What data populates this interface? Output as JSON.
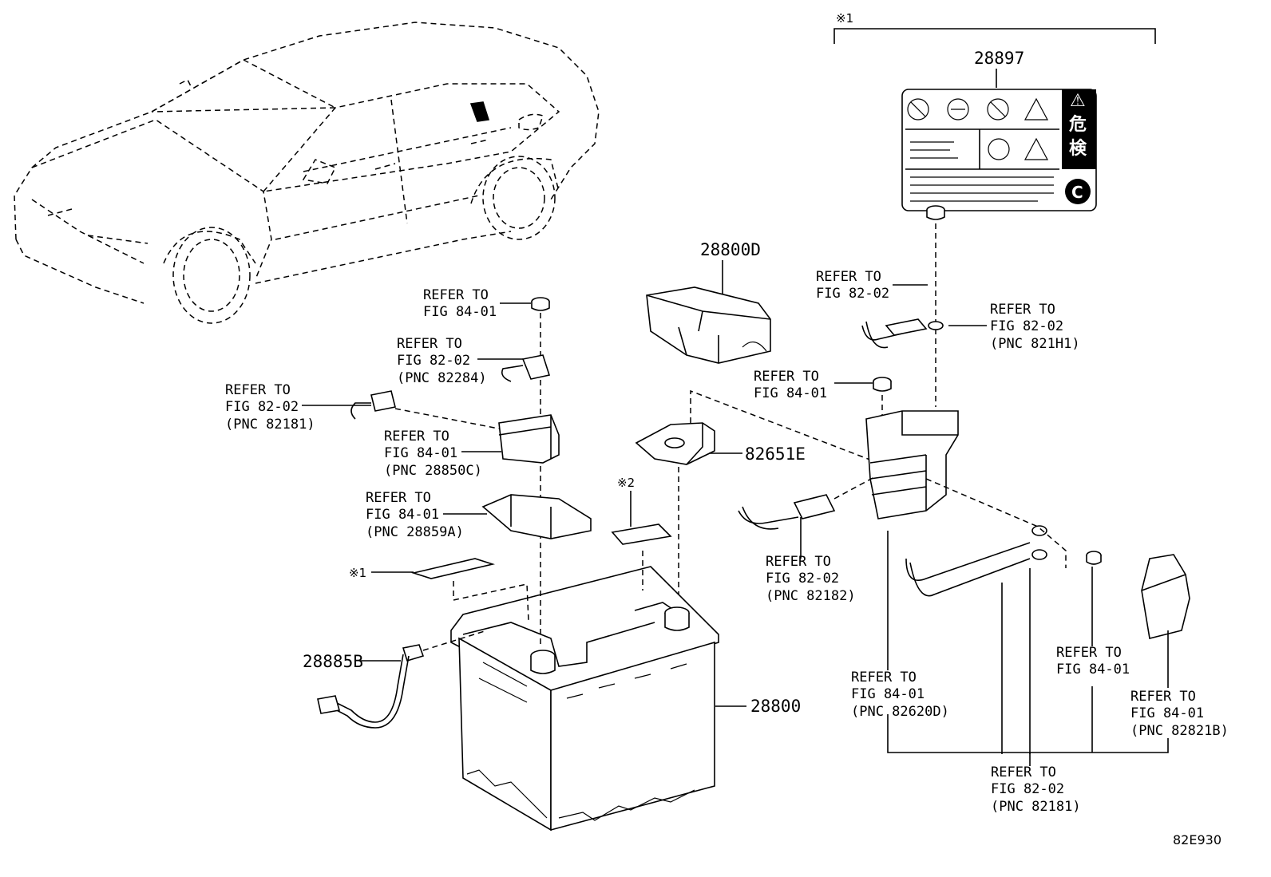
{
  "figure_id": "82E930",
  "kome1": "※1",
  "kome2": "※2",
  "parts": {
    "p28897": "28897",
    "p28800D": "28800D",
    "p82651E": "82651E",
    "p28885B": "28885B",
    "p28800": "28800"
  },
  "warning_label": {
    "kanji_top": "危",
    "kanji_bottom": "検",
    "badge": "C",
    "warning_symbol": "⚠"
  },
  "refs": [
    {
      "l1": "REFER TO",
      "l2": "FIG 84-01",
      "l3": ""
    },
    {
      "l1": "REFER TO",
      "l2": "FIG 82-02",
      "l3": "(PNC 82284)"
    },
    {
      "l1": "REFER TO",
      "l2": "FIG 82-02",
      "l3": "(PNC 82181)"
    },
    {
      "l1": "REFER TO",
      "l2": "FIG 84-01",
      "l3": "(PNC 28850C)"
    },
    {
      "l1": "REFER TO",
      "l2": "FIG 84-01",
      "l3": "(PNC 28859A)"
    },
    {
      "l1": "REFER TO",
      "l2": "FIG 82-02",
      "l3": ""
    },
    {
      "l1": "REFER TO",
      "l2": "FIG 82-02",
      "l3": "(PNC 821H1)"
    },
    {
      "l1": "REFER TO",
      "l2": "FIG 84-01",
      "l3": ""
    },
    {
      "l1": "REFER TO",
      "l2": "FIG 82-02",
      "l3": "(PNC 82182)"
    },
    {
      "l1": "REFER TO",
      "l2": "FIG 84-01",
      "l3": "(PNC 82620D)"
    },
    {
      "l1": "REFER TO",
      "l2": "FIG 84-01",
      "l3": ""
    },
    {
      "l1": "REFER TO",
      "l2": "FIG 84-01",
      "l3": "(PNC 82821B)"
    },
    {
      "l1": "REFER TO",
      "l2": "FIG 82-02",
      "l3": "(PNC 82181)"
    }
  ]
}
